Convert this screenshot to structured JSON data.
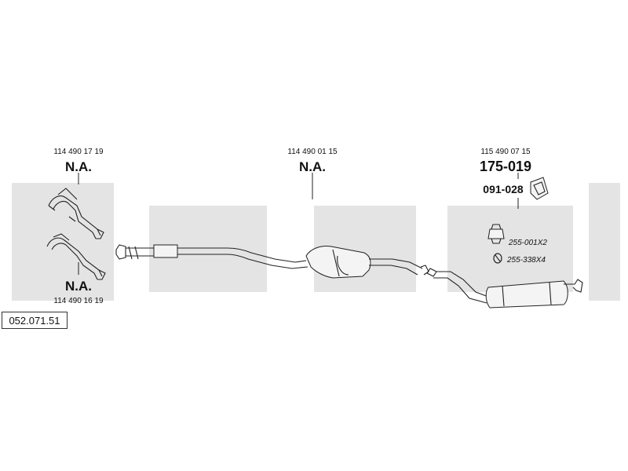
{
  "diagram_number": "052.071.51",
  "components": [
    {
      "oem": "114 490 17 19",
      "part": "N.A."
    },
    {
      "oem": "114 490 16 19",
      "part": "N.A."
    },
    {
      "oem": "114 490 01 15",
      "part": "N.A."
    },
    {
      "oem": "115 490 07 15",
      "part": "175-019"
    }
  ],
  "accessories": {
    "clamp": "091-028",
    "rubber_mount": "255-001X2",
    "ring": "255-338X4"
  },
  "colors": {
    "watermark": "#e4e4e4",
    "lines": "#222222"
  }
}
